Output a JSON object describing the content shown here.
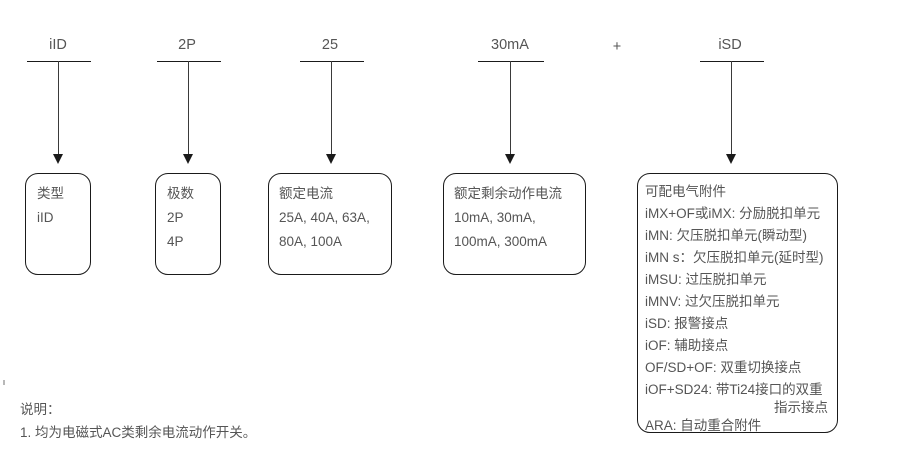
{
  "diagram": {
    "segments": [
      {
        "code": "iID",
        "title": "类型",
        "lines": [
          "iID"
        ]
      },
      {
        "code": "2P",
        "title": "极数",
        "lines": [
          "2P",
          "4P"
        ]
      },
      {
        "code": "25",
        "title": "额定电流",
        "lines": [
          "25A, 40A, 63A,",
          "80A, 100A"
        ]
      },
      {
        "code": "30mA",
        "title": "额定剩余动作电流",
        "lines": [
          "10mA, 30mA,",
          "100mA, 300mA"
        ]
      },
      {
        "code": "iSD",
        "title": "可配电气附件",
        "lines": [
          "iMX+OF或iMX: 分励脱扣单元",
          "iMN: 欠压脱扣单元(瞬动型)",
          "iMN s：欠压脱扣单元(延时型)",
          "iMSU: 过压脱扣单元",
          "iMNV: 过欠压脱扣单元",
          "iSD: 报警接点",
          "iOF: 辅助接点",
          "OF/SD+OF: 双重切换接点",
          "iOF+SD24: 带Ti24接口的双重",
          "指示接点",
          "ARA: 自动重合附件"
        ]
      }
    ],
    "connector": "+",
    "notes": {
      "heading": "说明：",
      "items": [
        "1. 均为电磁式AC类剩余电流动作开关。"
      ]
    }
  },
  "colors": {
    "line": "#1a1a1a",
    "text": "#555555",
    "background": "#ffffff"
  }
}
